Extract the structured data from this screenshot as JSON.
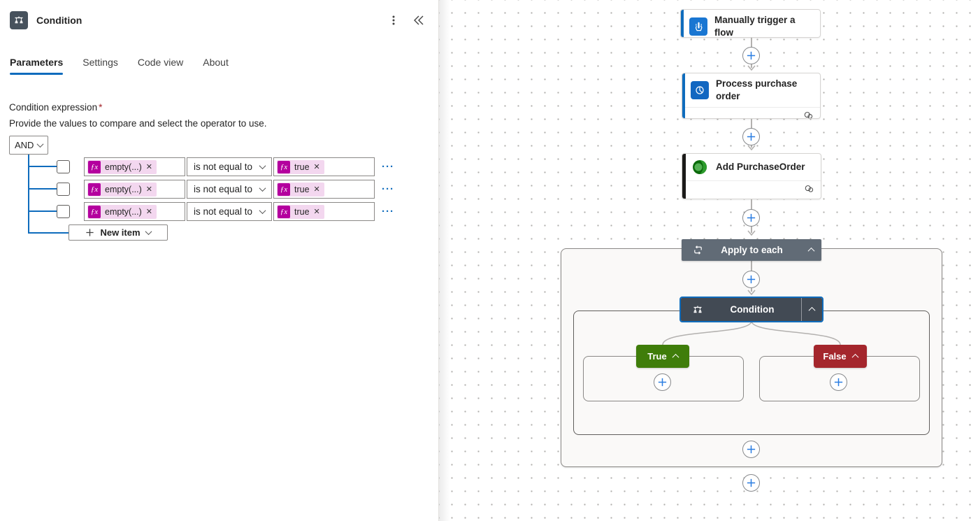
{
  "panel": {
    "title": "Condition",
    "tabs": {
      "parameters": "Parameters",
      "settings": "Settings",
      "code_view": "Code view",
      "about": "About"
    },
    "condition": {
      "label": "Condition expression",
      "required": "*",
      "description": "Provide the values to compare and select the operator to use.",
      "group_operator": "AND",
      "fx": "ƒx",
      "remove": "✕",
      "more": "···",
      "new_item": "New item",
      "rows": [
        {
          "value1": "empty(...)",
          "operator": "is not equal to",
          "value2": "true"
        },
        {
          "value1": "empty(...)",
          "operator": "is not equal to",
          "value2": "true"
        },
        {
          "value1": "empty(...)",
          "operator": "is not equal to",
          "value2": "true"
        }
      ]
    }
  },
  "canvas": {
    "trigger_title": "Manually trigger a flow",
    "process_title": "Process purchase order",
    "add_title": "Add PurchaseOrder",
    "apply_title": "Apply to each",
    "condition_title": "Condition",
    "true_label": "True",
    "false_label": "False"
  },
  "colors": {
    "accent_blue": "#0f6cbd",
    "apply_bar": "#616b76",
    "condition_bar": "#424a54",
    "true_green": "#3f7d0a",
    "false_red": "#a4262c",
    "fx_magenta": "#b4009e",
    "dark_accent": "#1b1a19"
  }
}
